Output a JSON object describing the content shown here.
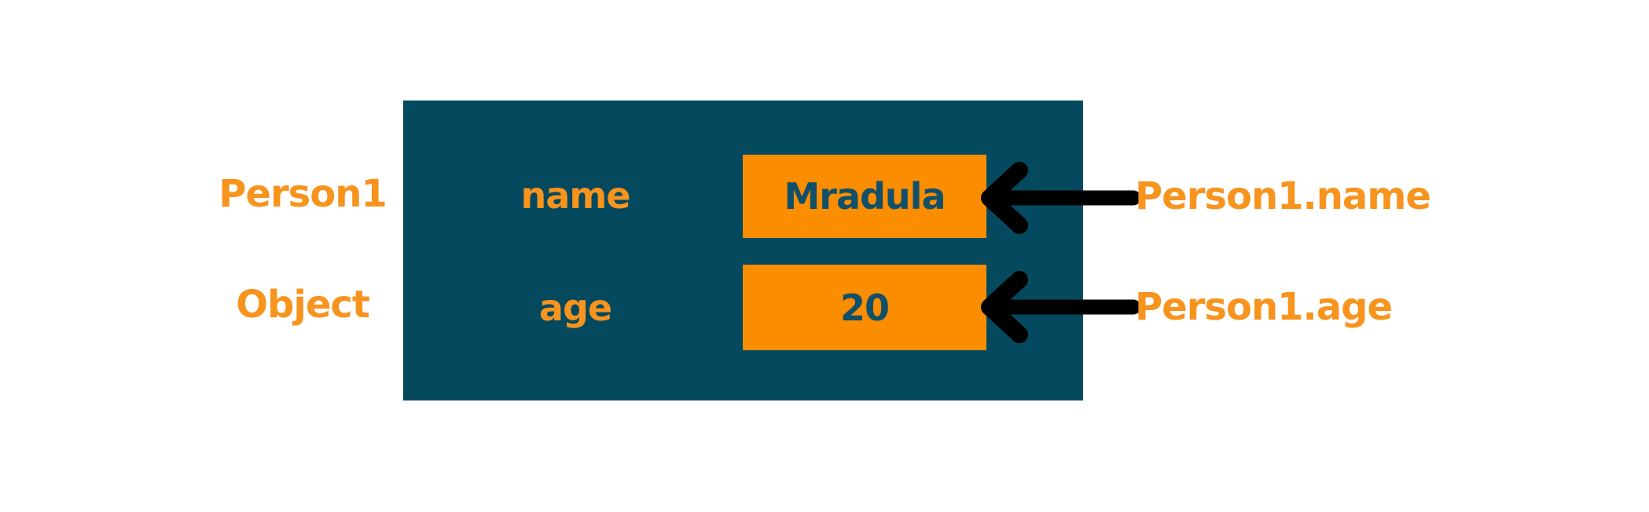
{
  "diagram": {
    "object_title": "Person1",
    "object_subtitle": "Object",
    "rows": [
      {
        "property": "name",
        "value": "Mradula",
        "accessor": "Person1.name"
      },
      {
        "property": "age",
        "value": "20",
        "accessor": "Person1.age"
      }
    ],
    "colors": {
      "teal": "#05495E",
      "orange_box": "#FB8D00",
      "orange_text": "#F7941E",
      "value_text": "#11506A",
      "arrow_black": "#000000",
      "canvas_bg": "#FFFFFF"
    }
  }
}
